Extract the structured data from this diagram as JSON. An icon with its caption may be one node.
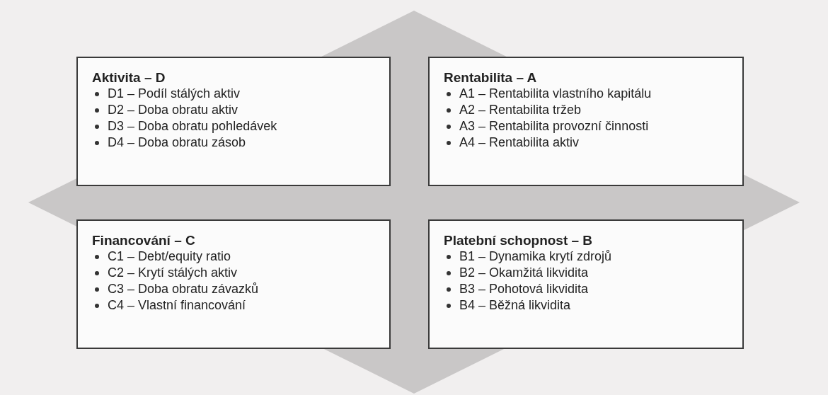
{
  "diagram": {
    "nodes": [
      {
        "text": [
          "Aktivita – D",
          "D1 – Podíl stálých aktiv",
          "D2 – Doba obratu aktiv",
          "D3 – Doba obratu pohledávek",
          "D4 – Doba obratu zásob"
        ]
      },
      {
        "text": [
          "Rentabilita – A",
          "A1 – Rentabilita vlastního kapitálu",
          "A2 – Rentabilita tržeb",
          "A3 – Rentabilita provozní činnosti",
          "A4 – Rentabilita aktiv"
        ]
      },
      {
        "text": [
          "Financování – C",
          "C1 – Debt/equity ratio",
          "C2 – Krytí stálých aktiv",
          "C3 – Doba obratu závazků",
          "C4 – Vlastní financování"
        ]
      },
      {
        "text": [
          "Platební schopnost – B",
          "B1 – Dynamika krytí zdrojů",
          "B2 – Okamžitá likvidita",
          "B3 – Pohotová likvidita",
          "B4 – Běžná likvidita"
        ]
      }
    ],
    "edges": []
  }
}
